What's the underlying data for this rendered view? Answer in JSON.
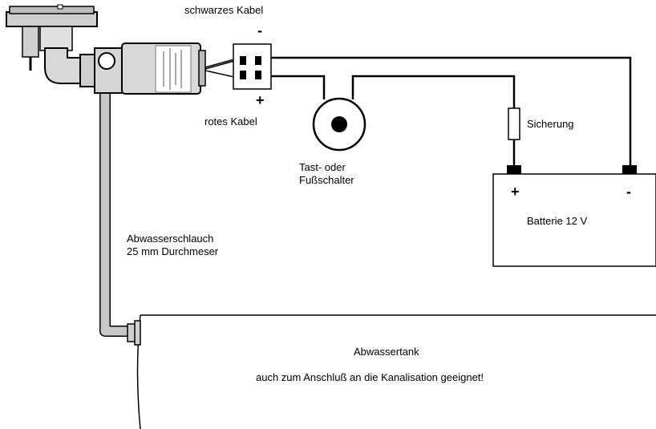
{
  "labels": {
    "black_cable": "schwarzes Kabel",
    "red_cable": "rotes Kabel",
    "switch_line1": "Tast- oder",
    "switch_line2": "Fußschalter",
    "fuse": "Sicherung",
    "battery": "Batterie 12 V",
    "hose_line1": "Abwasserschlauch",
    "hose_line2": "25 mm Durchmeser",
    "tank_title": "Abwassertank",
    "tank_subtitle": "auch zum Anschluß an die Kanalisation geeignet!"
  },
  "signs": {
    "connector_minus": "-",
    "connector_plus": "+",
    "battery_plus": "+",
    "battery_minus": "-"
  },
  "colors": {
    "line": "#000000",
    "hose": "#c8c8c8",
    "pump_body": "#d9d9d9",
    "toilet_grey": "#cfcfcf"
  }
}
